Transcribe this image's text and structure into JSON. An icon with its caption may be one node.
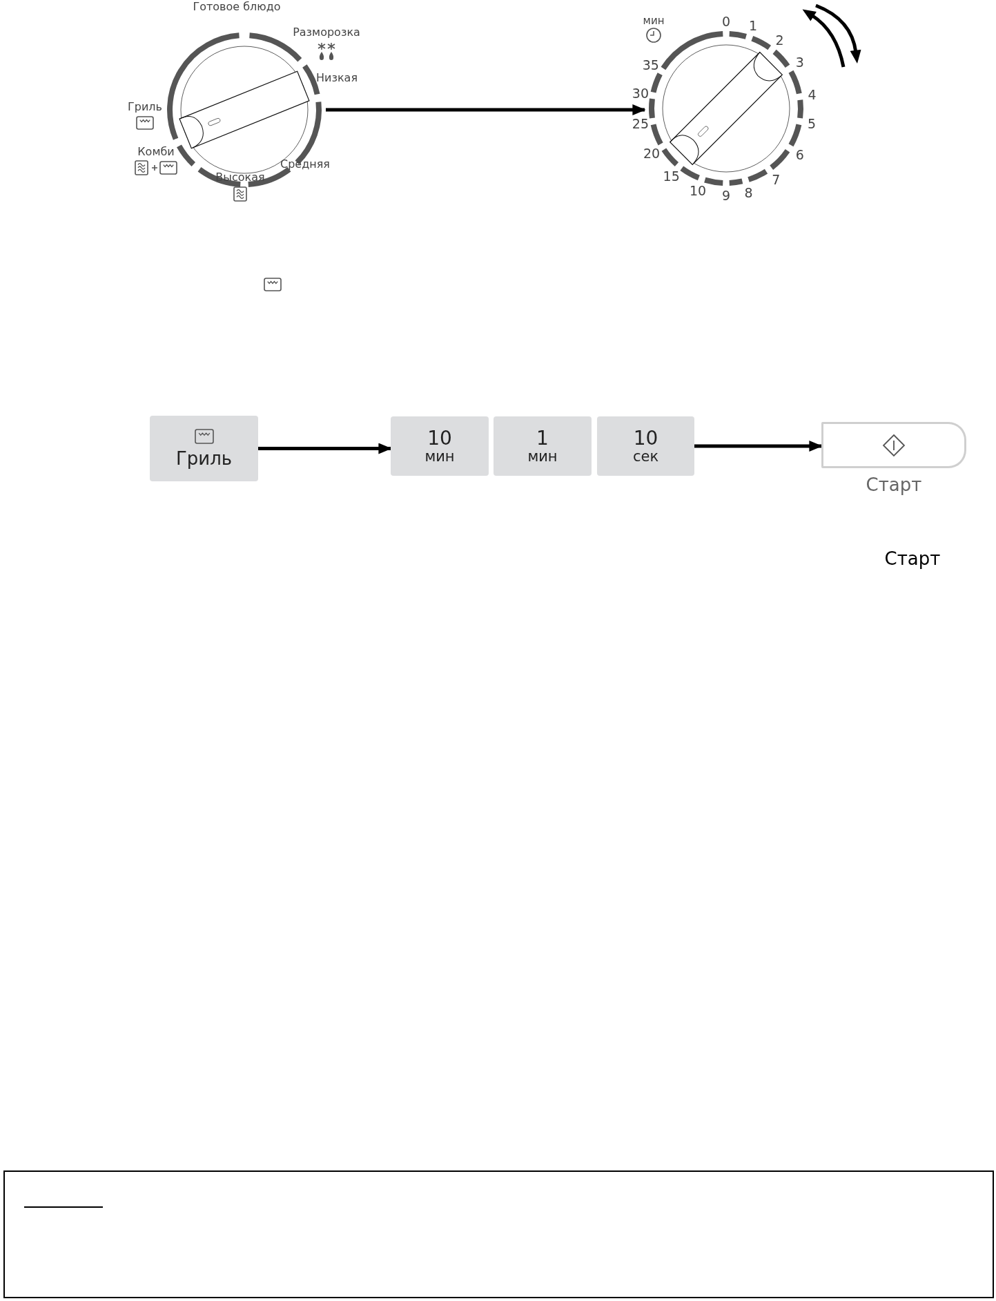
{
  "diagram": {
    "nodes": [
      {
        "text": [],
        "shape": "dial",
        "beside": [
          "Готовое блюдо",
          "Разморозка",
          "Низкая",
          "Гриль",
          "Комби",
          "Средняя",
          "Высокая"
        ]
      },
      {
        "text": [],
        "shape": "dial",
        "beside": [
          "мин",
          "0",
          "1",
          "2",
          "3",
          "4",
          "5",
          "6",
          "7",
          "8",
          "9",
          "10",
          "15",
          "20",
          "25",
          "30",
          "35"
        ]
      },
      {
        "text": [
          "Гриль"
        ]
      },
      {
        "text": [
          "10",
          "мин"
        ]
      },
      {
        "text": [
          "1",
          "мин"
        ]
      },
      {
        "text": [
          "10",
          "сек"
        ]
      },
      {
        "text": [
          "Старт"
        ]
      }
    ],
    "edges": [
      {
        "from": 0,
        "to": 1,
        "arrow": "to"
      },
      {
        "from": 2,
        "to": 3,
        "arrow": "to"
      },
      {
        "from": 5,
        "to": 6,
        "arrow": "to"
      }
    ],
    "labels": [
      "Старт"
    ]
  }
}
